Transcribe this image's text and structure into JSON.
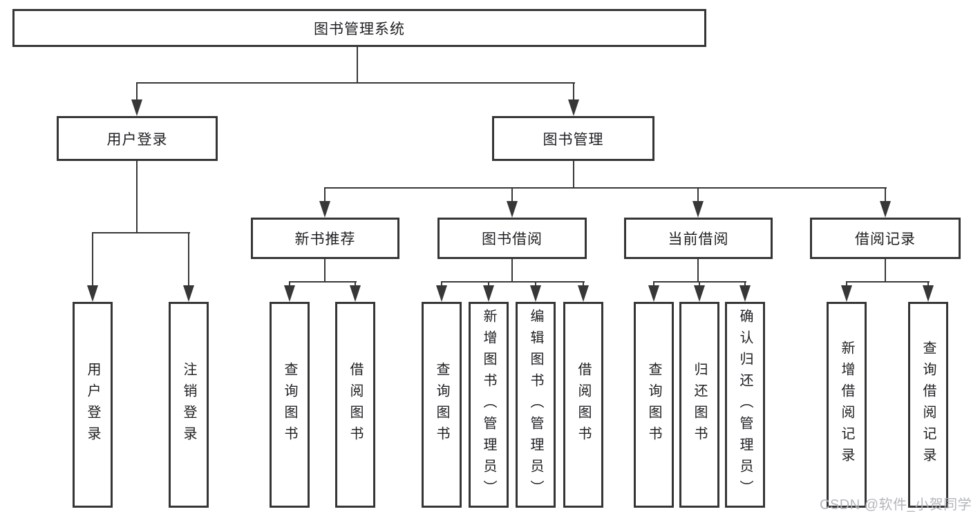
{
  "diagram_title": "图书管理系统",
  "tree": {
    "label": "图书管理系统",
    "children": [
      {
        "label": "用户登录",
        "children": [
          {
            "label": "用户登录"
          },
          {
            "label": "注销登录"
          }
        ]
      },
      {
        "label": "图书管理",
        "children": [
          {
            "label": "新书推荐",
            "children": [
              {
                "label": "查询图书"
              },
              {
                "label": "借阅图书"
              }
            ]
          },
          {
            "label": "图书借阅",
            "children": [
              {
                "label": "查询图书"
              },
              {
                "label": "新增图书（管理员）"
              },
              {
                "label": "编辑图书（管理员）"
              },
              {
                "label": "借阅图书"
              }
            ]
          },
          {
            "label": "当前借阅",
            "children": [
              {
                "label": "查询图书"
              },
              {
                "label": "归还图书"
              },
              {
                "label": "确认归还（管理员）"
              }
            ]
          },
          {
            "label": "借阅记录",
            "children": [
              {
                "label": "新增借阅记录"
              },
              {
                "label": "查询借阅记录"
              }
            ]
          }
        ]
      }
    ]
  },
  "watermark": {
    "text": "CSDN @软件_小贺同学"
  },
  "colors": {
    "line": "#373737",
    "box_border": "#353535",
    "box_background": "#ffffff",
    "text": "#202024",
    "watermark": "#b2b6ba",
    "page_background": "#ffffff"
  }
}
